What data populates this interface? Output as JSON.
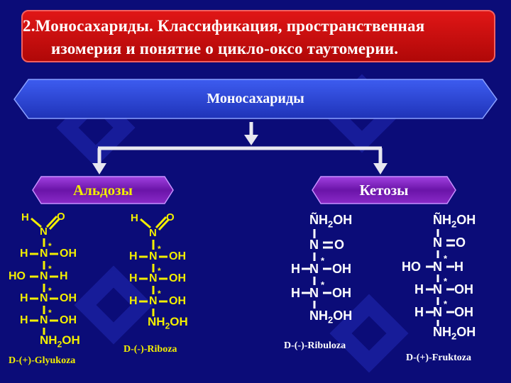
{
  "title": {
    "line1": "2.Моносахариды. Классификация, пространственная",
    "line2": "изомерия и понятие о цикло-оксо таутомерии."
  },
  "banner": {
    "label": "Моносахариды"
  },
  "branches": {
    "left_label": "Альдозы",
    "right_label": "Кетозы"
  },
  "colors": {
    "background": "#0b0c78",
    "title_red": "#d81010",
    "banner_blue": "#2a44d8",
    "pill_purple": "#7a1ab8",
    "aldose_yellow": "#f2ee00",
    "ketose_white": "#ffffff"
  },
  "structures": {
    "glucose": {
      "rows": [
        {
          "left": "H",
          "right": "O",
          "center": "N",
          "star": false,
          "kind": "top"
        },
        {
          "left": "H",
          "center": "N",
          "right": "OH",
          "star": true
        },
        {
          "left": "HO",
          "center": "N",
          "right": "H",
          "star": true
        },
        {
          "left": "H",
          "center": "N",
          "right": "OH",
          "star": true
        },
        {
          "left": "H",
          "center": "N",
          "right": "OH",
          "star": true
        }
      ],
      "bottom": "NH",
      "bottom_sub": "2",
      "bottom_tail": "OH",
      "caption": "D-(+)-Glyukoza",
      "star_symbol": "*"
    },
    "ribose": {
      "rows": [
        {
          "left": "H",
          "right": "O",
          "center": "N",
          "star": false,
          "kind": "top"
        },
        {
          "left": "H",
          "center": "N",
          "right": "OH",
          "star": true
        },
        {
          "left": "H",
          "center": "N",
          "right": "OH",
          "star": true
        },
        {
          "left": "H",
          "center": "N",
          "right": "OH",
          "star": true
        }
      ],
      "bottom": "NH",
      "bottom_sub": "2",
      "bottom_tail": "OH",
      "caption": "D-(-)-Riboza",
      "star_symbol": "*"
    },
    "ribulose": {
      "top": "ÑH",
      "top_sub": "2",
      "top_tail": "OH",
      "keto_c": "N",
      "keto_o": "O",
      "rows": [
        {
          "left": "H",
          "center": "N",
          "right": "OH",
          "star": true
        },
        {
          "left": "H",
          "center": "N",
          "right": "OH",
          "star": true
        }
      ],
      "bottom": "NH",
      "bottom_sub": "2",
      "bottom_tail": "OH",
      "caption": "D-(-)-Ribuloza",
      "star_symbol": "*"
    },
    "fructose": {
      "top": "ÑH",
      "top_sub": "2",
      "top_tail": "OH",
      "keto_c": "N",
      "keto_o": "O",
      "rows": [
        {
          "left": "HO",
          "center": "N",
          "right": "H",
          "star": true
        },
        {
          "left": "H",
          "center": "N",
          "right": "OH",
          "star": true
        },
        {
          "left": "H",
          "center": "N",
          "right": "OH",
          "star": true
        }
      ],
      "bottom": "NH",
      "bottom_sub": "2",
      "bottom_tail": "OH",
      "caption": "D-(+)-Fruktoza",
      "star_symbol": "*"
    }
  }
}
